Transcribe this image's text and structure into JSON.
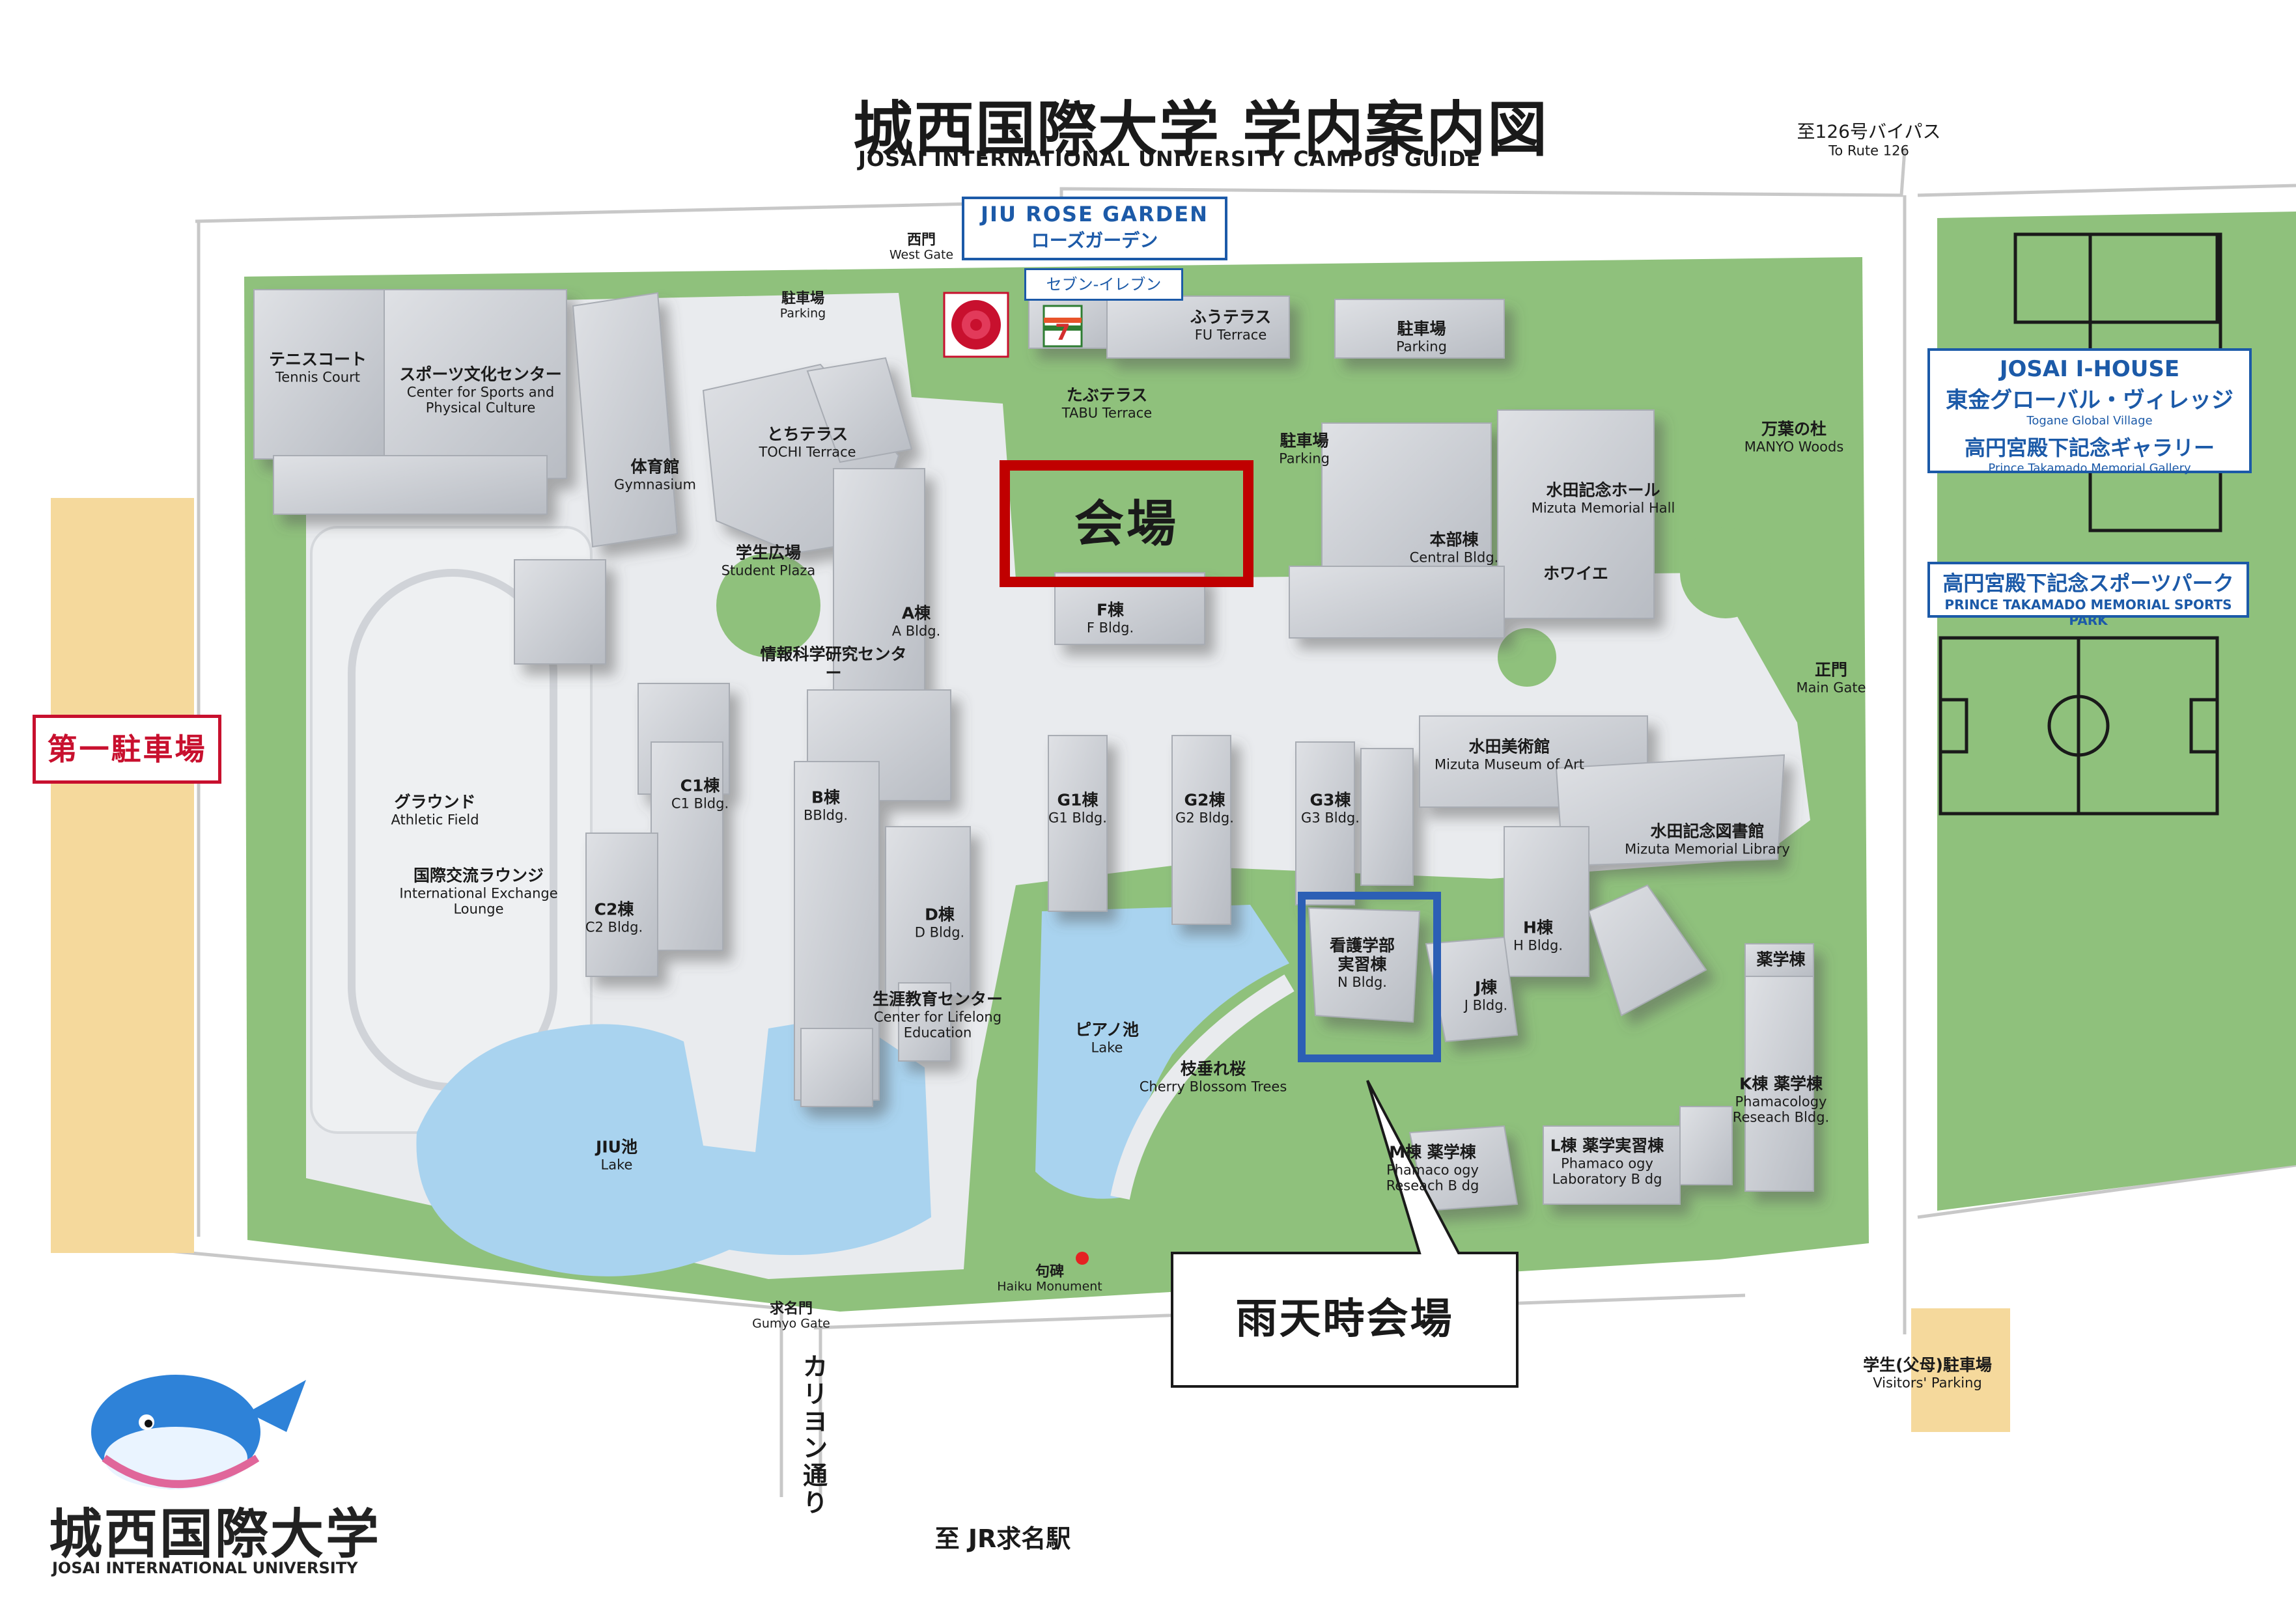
{
  "title": {
    "ja": "城西国際大学 学内案内図",
    "en": "JOSAI INTERNATIONAL UNIVERSITY CAMPUS GUIDE"
  },
  "highlights": {
    "venue": "会場",
    "rain_venue": "雨天時会場",
    "first_parking": "第一駐車場"
  },
  "info_boxes": {
    "rose_garden": {
      "en": "JIU ROSE GARDEN",
      "ja": "ローズガーデン"
    },
    "seven_eleven": "セブン-イレブン",
    "i_house": {
      "line1": "JOSAI I-HOUSE",
      "line2": "東金グローバル・ヴィレッジ",
      "line3": "Togane Global Village",
      "line4": "高円宮殿下記念ギャラリー",
      "line5": "Prince Takamado Memorial Gallery"
    },
    "sports_park": {
      "ja": "高円宮殿下記念スポーツパーク",
      "en": "PRINCE TAKAMADO MEMORIAL SPORTS PARK"
    }
  },
  "directions": {
    "bypass": {
      "ja": "至126号バイパス",
      "en": "To Rute 126"
    },
    "station": "至 JR求名駅",
    "road": [
      "カ",
      "リ",
      "ヨ",
      "ン",
      "通",
      "り"
    ]
  },
  "logo": {
    "ja": "城西国際大学",
    "en": "JOSAI INTERNATIONAL UNIVERSITY"
  },
  "labels": [
    {
      "id": "west-gate",
      "ja": "西門",
      "en": "West Gate"
    },
    {
      "id": "parking-west",
      "ja": "駐車場",
      "en": "Parking"
    },
    {
      "id": "tennis",
      "ja": "テニスコート",
      "en": "Tennis Court"
    },
    {
      "id": "sports-center",
      "ja": "スポーツ文化センター",
      "en": "Center for Sports and Physical Culture"
    },
    {
      "id": "gymnasium",
      "ja": "体育館",
      "en": "Gymnasium"
    },
    {
      "id": "tochi",
      "ja": "とちテラス",
      "en": "TOCHI Terrace"
    },
    {
      "id": "student-plaza",
      "ja": "学生広場",
      "en": "Student Plaza"
    },
    {
      "id": "fu-terrace",
      "ja": "ふうテラス",
      "en": "FU Terrace"
    },
    {
      "id": "tabu-terrace",
      "ja": "たぶテラス",
      "en": "TABU Terrace"
    },
    {
      "id": "parking-north",
      "ja": "駐車場",
      "en": "Parking"
    },
    {
      "id": "parking-center",
      "ja": "駐車場",
      "en": "Parking"
    },
    {
      "id": "manyo",
      "ja": "万葉の杜",
      "en": "MANYO Woods"
    },
    {
      "id": "mizuta-hall",
      "ja": "水田記念ホール",
      "en": "Mizuta Memorial Hall"
    },
    {
      "id": "central",
      "ja": "本部棟",
      "en": "Central Bldg."
    },
    {
      "id": "foyer",
      "ja": "ホワイエ",
      "en": ""
    },
    {
      "id": "a-bldg",
      "ja": "A棟",
      "en": "A Bldg."
    },
    {
      "id": "f-bldg",
      "ja": "F棟",
      "en": "F Bldg."
    },
    {
      "id": "info-center",
      "ja": "情報科学研究センター",
      "en": ""
    },
    {
      "id": "main-gate",
      "ja": "正門",
      "en": "Main Gate"
    },
    {
      "id": "museum",
      "ja": "水田美術館",
      "en": "Mizuta Museum of Art"
    },
    {
      "id": "athletic",
      "ja": "グラウンド",
      "en": "Athletic Field"
    },
    {
      "id": "c1",
      "ja": "C1棟",
      "en": "C1 Bldg."
    },
    {
      "id": "b-bldg",
      "ja": "B棟",
      "en": "BBldg."
    },
    {
      "id": "g1",
      "ja": "G1棟",
      "en": "G1 Bldg."
    },
    {
      "id": "g2",
      "ja": "G2棟",
      "en": "G2 Bldg."
    },
    {
      "id": "g3",
      "ja": "G3棟",
      "en": "G3 Bldg."
    },
    {
      "id": "library",
      "ja": "水田記念図書館",
      "en": "Mizuta Memorial Library"
    },
    {
      "id": "lounge",
      "ja": "国際交流ラウンジ",
      "en": "International Exchange Lounge"
    },
    {
      "id": "c2",
      "ja": "C2棟",
      "en": "C2 Bldg."
    },
    {
      "id": "d-bldg",
      "ja": "D棟",
      "en": "D Bldg."
    },
    {
      "id": "n-bldg",
      "ja": "看護学部 実習棟",
      "en": "N Bldg."
    },
    {
      "id": "h-bldg",
      "ja": "H棟",
      "en": "H Bldg."
    },
    {
      "id": "j-bldg",
      "ja": "J棟",
      "en": "J Bldg."
    },
    {
      "id": "pharm-sign",
      "ja": "薬学棟",
      "en": ""
    },
    {
      "id": "lifelong",
      "ja": "生涯教育センター",
      "en": "Center for Lifelong Education"
    },
    {
      "id": "piano-lake",
      "ja": "ピアノ池",
      "en": "Lake"
    },
    {
      "id": "cherry",
      "ja": "枝垂れ桜",
      "en": "Cherry Blossom Trees"
    },
    {
      "id": "k-bldg",
      "ja": "K棟 薬学棟",
      "en": "Phamacology Reseach Bldg."
    },
    {
      "id": "jiu-lake",
      "ja": "JIU池",
      "en": "Lake"
    },
    {
      "id": "m-bldg",
      "ja": "M棟 薬学棟",
      "en": "Phamaco ogy Reseach B dg"
    },
    {
      "id": "l-bldg",
      "ja": "L棟 薬学実習棟",
      "en": "Phamaco ogy Laboratory B dg"
    },
    {
      "id": "haiku",
      "ja": "句碑",
      "en": "Haiku Monument"
    },
    {
      "id": "gumyo-gate",
      "ja": "求名門",
      "en": "Gumyo Gate"
    },
    {
      "id": "visitors-parking",
      "ja": "学生(父母)駐車場",
      "en": "Visitors' Parking"
    }
  ],
  "colors": {
    "venue_border": "#c00000",
    "rain_border": "#2c5fb5",
    "info_blue": "#1c5aa8",
    "lot_red": "#c8102e",
    "grass": "#8fc17c",
    "building": "#c9ccd1",
    "water": "#a9d3ef",
    "parking_lot": "#f5d99c"
  }
}
